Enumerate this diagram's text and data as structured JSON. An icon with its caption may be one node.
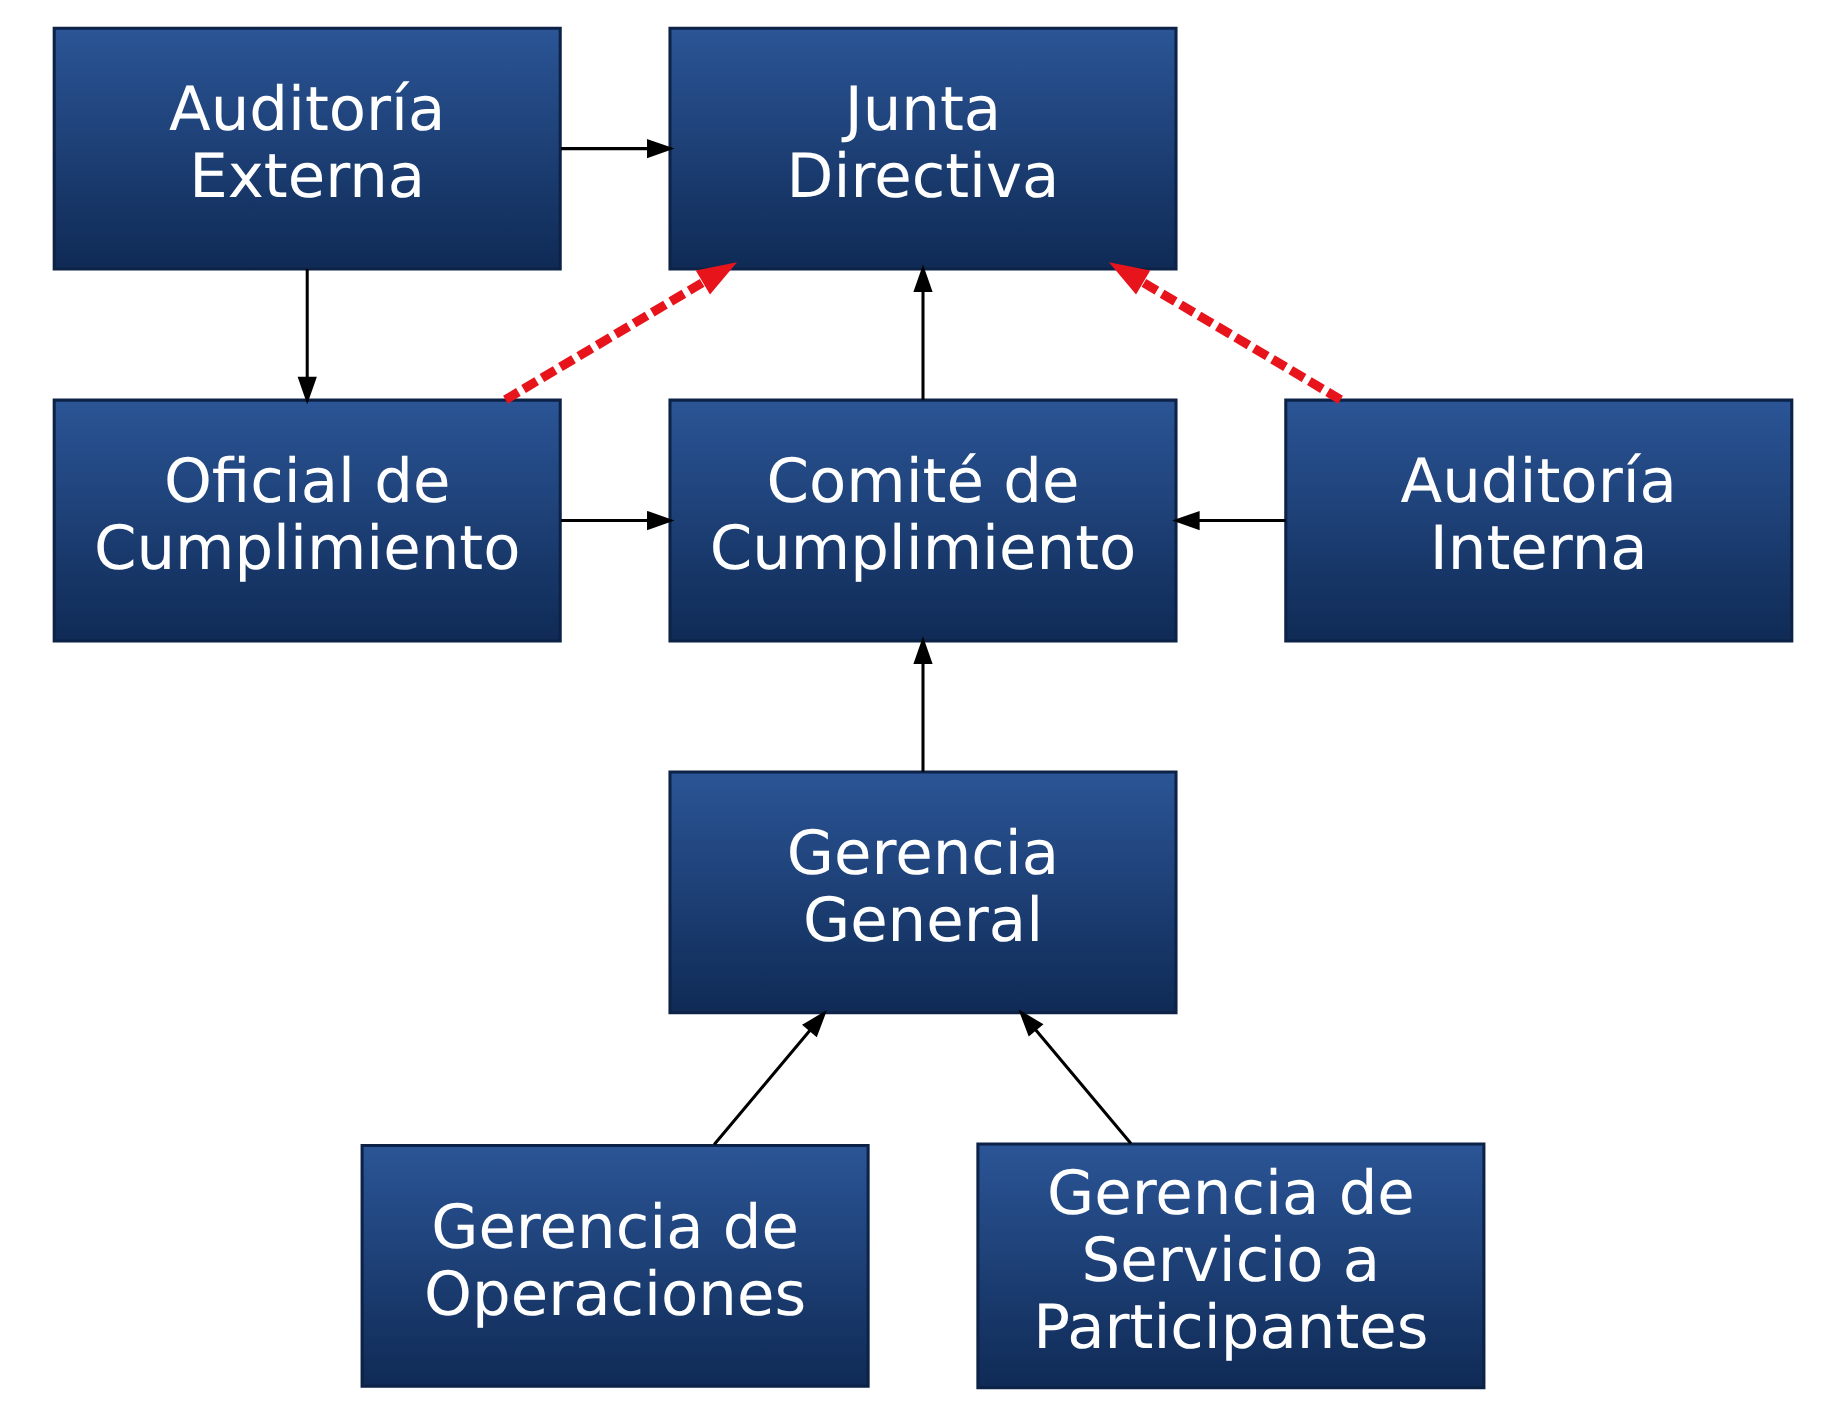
{
  "diagram": {
    "nodes": [
      {
        "text": [
          "Junta Directiva"
        ]
      },
      {
        "text": [
          "Auditoría Externa"
        ]
      },
      {
        "text": [
          "Oficial de Cumplimiento"
        ]
      },
      {
        "text": [
          "Comité de Cumplimiento"
        ]
      },
      {
        "text": [
          "Auditoría Interna"
        ]
      },
      {
        "text": [
          "Gerencia General"
        ]
      },
      {
        "text": [
          "Gerencia de Operaciones"
        ]
      },
      {
        "text": [
          "Gerencia de Servicio a Participantes"
        ]
      }
    ],
    "edges": [
      {
        "from": 1,
        "to": 0,
        "arrow": "to"
      },
      {
        "from": 1,
        "to": 2,
        "arrow": "to"
      },
      {
        "from": 2,
        "to": 0,
        "arrow": "to",
        "style": "dashed",
        "color": "#e8141c"
      },
      {
        "from": 4,
        "to": 0,
        "arrow": "to",
        "style": "dashed",
        "color": "#e8141c"
      },
      {
        "from": 2,
        "to": 3,
        "arrow": "to"
      },
      {
        "from": 4,
        "to": 3,
        "arrow": "to"
      },
      {
        "from": 3,
        "to": 0,
        "arrow": "to"
      },
      {
        "from": 5,
        "to": 3,
        "arrow": "to"
      },
      {
        "from": 6,
        "to": 5,
        "arrow": "to"
      },
      {
        "from": 7,
        "to": 5,
        "arrow": "to"
      }
    ]
  }
}
